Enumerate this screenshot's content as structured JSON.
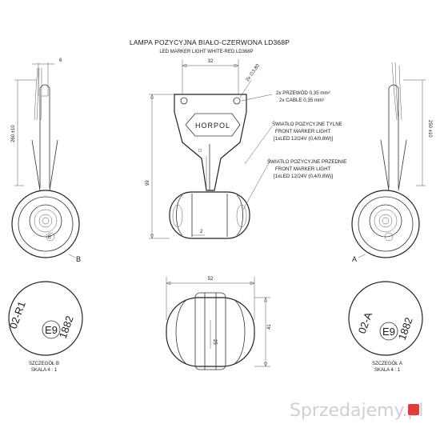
{
  "title": "LAMPA POZYCYJNA BIAŁO-CZERWONA LD368P",
  "subtitle": "LED MARKER LIGHT WHITE-RED LD368P",
  "brand": "HORPOL",
  "dimensions": {
    "d6": "6",
    "d32": "32",
    "d_hole": "2x ∅3,80",
    "d_left": "260 ±10",
    "d99": "99",
    "d2": "2",
    "d52": "52",
    "d41": "41",
    "d25": "25",
    "d_right": "250 ±10"
  },
  "notes": {
    "cable_pl": "2x PRZEWÓD 0,35 mm²",
    "cable_en": "2x CABLE 0,35 mm²",
    "rear_pl": "ŚWIATŁO POZYCYJNE TYLNE",
    "rear_en": "FRONT MARKER LIGHT",
    "rear_spec": "[1xLED 12/24V (0,4/0,8W)]",
    "front_pl": "ŚWIATŁO POZYCYJNE PRZEDNIE",
    "front_en": "FRONT MARKER LIGHT",
    "front_spec": "[1xLED 12/24V (0,4/0,8W)]"
  },
  "views": {
    "left_letter": "B",
    "right_letter": "A"
  },
  "detail_b": {
    "code": "02-R1",
    "mark": "E9",
    "number": "1882",
    "caption": "SZCZEGÓŁ B",
    "scale": "SKALA 4 : 1"
  },
  "detail_a": {
    "code": "02-A",
    "mark": "E9",
    "number": "1882",
    "caption": "SZCZEGÓŁ A",
    "scale": "SKALA 4 : 1"
  },
  "watermark": "Sprzedajemy.pl",
  "colors": {
    "line": "#333333",
    "watermark": "#d0d0d0",
    "watermark_logo": "#e23b3b"
  }
}
